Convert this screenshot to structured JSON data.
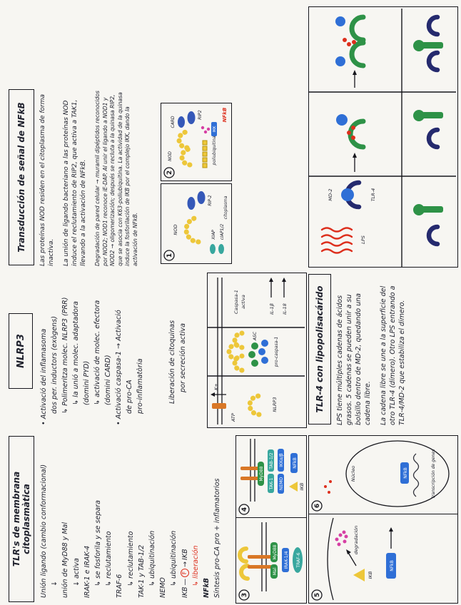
{
  "tlr_membrane": {
    "title": "TLR's de membrana citoplasmàtica",
    "cascade_lines": [
      "Unión ligando (cambio conformacional)",
      "↓",
      "unión de MyD88 y Mal",
      "↓ activa",
      "IRAK-1 e IRAK-4",
      "↳ se fosforila y se separa",
      "↳ reclutamiento",
      "TRAF-6",
      "↳ reclutamiento",
      "TAK-1 y TAB-1/2",
      "↳ ubiquitinación",
      "NEMO",
      "↳ ubiquitinación"
    ],
    "ikb_left": "IKB",
    "f_badge": "F",
    "ikb_right": "IKB",
    "liberation": "↳ liberación",
    "nfkb": "NFkB",
    "synthesis": "Síntesis pro-CA pro + inflamatorios"
  },
  "diagram3": {
    "number": "3",
    "labels": {
      "mal": "Mal",
      "myd88": "MyD88",
      "irak": "IRAK-1/4",
      "traf6": "TRAF-6"
    }
  },
  "diagram4": {
    "number": "4",
    "labels": {
      "myd88": "MyD88",
      "tak": "TAK-1",
      "tab": "TAB-1/2",
      "nemo": "NEMO",
      "ikk": "IKKα/β",
      "ikb": "IKB",
      "nfkb": "NFkB"
    }
  },
  "diagram5": {
    "number": "5",
    "labels": {
      "ikb": "IKB",
      "degradacion": "degradación",
      "nfkb": "NFkB"
    }
  },
  "diagram6": {
    "number": "6",
    "labels": {
      "nucleo": "Núcleo",
      "nfkb": "NFkB",
      "genes": "transcripción de genes"
    }
  },
  "nlrp3": {
    "title": "NLRP3",
    "lines": [
      "• Activació del inflamasoma",
      "dos per. inductors (exògens)",
      "↳ Polimeritza molec. NLRP3 (PRR)",
      "↳ la unió a molec. adaptadora",
      "(domini PYD)",
      "↳ activació de molec. efectora",
      "(domini CARD)",
      "• Activació caspasa-1 → Activació",
      "de pro-CA",
      "pro-inflamatòria"
    ],
    "secretion": [
      "Liberación de citoquinas",
      "por secreción activa"
    ]
  },
  "inflammasome": {
    "labels": {
      "atp": "ATP",
      "k": "K+",
      "nlrp3": "NLRP3",
      "asc": "ASC",
      "procasp": "pro-caspasa-1",
      "casp1": "Caspasa-1",
      "activa": "activa",
      "il1b": "IL-1β",
      "il18": "IL-18"
    }
  },
  "nfkb_signal": {
    "title": "Transducción de señal de NFkB",
    "para1": "Las proteínas NOD residen en el citoplasma de forma inactiva.",
    "para2": "La unión de ligando bacteriano a las proteínas NOD induce el reclutamiento de RIP2, que activa a TAK1, llevando a la activación de NFkB.",
    "para3": "Degradación de pared celular → muramil dipéptidos reconocidos por NOD2; NOD1 reconoce iE-DAP. Al unir el ligando a NOD1 y NOD2 → oligomerización; después se recluta a la quinasa RIP2, que se asocia con K63-poliubiquitina. La actividad de la quinasa induce la fosforilación de IKB por el complejo IKK, dando la activación de NFkB."
  },
  "diagram1": {
    "number": "1",
    "labels": {
      "nod": "NOD",
      "rip2": "RIP-2",
      "xiap": "XIAP",
      "ciap": "cIAP1/2",
      "cito": "citoplasma"
    }
  },
  "diagram2": {
    "number": "2",
    "labels": {
      "nod": "NOD",
      "card": "CARD",
      "rip2": "RIP2",
      "poliub": "poliubiquitina",
      "ikk": "IKK",
      "nfkb": "NFkB"
    }
  },
  "tlr4": {
    "title": "TLR-4 con lipopolisacárido",
    "para1": "LPS tiene múltiples cadenas de ácidos grasos. 5 cadenas se pueden unir a su bolsillo dentro de MD-2, quedando una cadena libre.",
    "para2": "La cadena libre se une a la superficie del otro TLR-4 (dímero). Otro LPS entrando a TLR-4/MD-2 que estabiliza el dímero.",
    "labels": {
      "lps": "LPS",
      "md2": "MD-2",
      "tlr4": "TLR-4"
    }
  }
}
